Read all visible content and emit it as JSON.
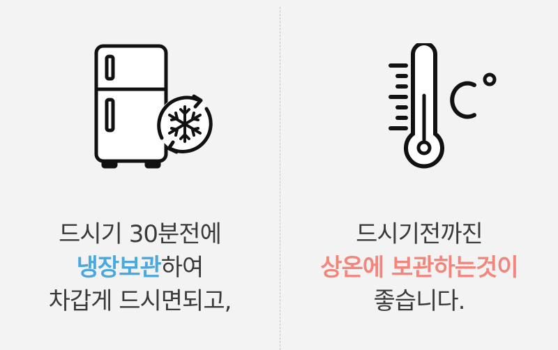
{
  "colors": {
    "background": "#f3f3f3",
    "text": "#3a3a3a",
    "highlight_blue": "#4aa8dc",
    "highlight_pink": "#f2867d",
    "divider": "#c4c4c4"
  },
  "left_panel": {
    "icon": "refrigerator-with-snowflake-icon",
    "lines": [
      {
        "text": "드시기 30분전에"
      },
      {
        "highlight": "냉장보관",
        "text": "하여"
      },
      {
        "text": "차갑게 드시면되고,"
      }
    ]
  },
  "right_panel": {
    "icon": "thermometer-celsius-icon",
    "celsius_label": "C°",
    "lines": [
      {
        "text": "드시기전까진"
      },
      {
        "highlight": "상온에 보관하는것이"
      },
      {
        "text": "좋습니다."
      }
    ]
  }
}
